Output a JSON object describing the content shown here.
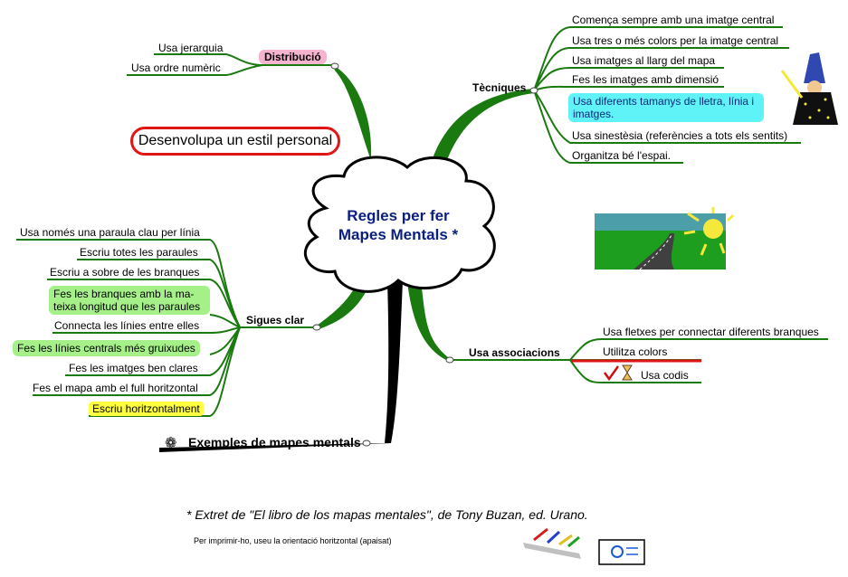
{
  "center": {
    "title_line1": "Regles per fer",
    "title_line2": "Mapes Mentals *"
  },
  "tecniques": {
    "label": "Tècniques",
    "items": [
      "Comença sempre amb una imatge central",
      "Usa tres o més colors per la imatge central",
      "Usa imatges al llarg del mapa",
      "Fes les imatges amb dimensió",
      "Usa diferents tamanys de lletra, línia i imatges.",
      "Usa sinestèsia (referències a tots els sentits)",
      "Organitza bé l'espai."
    ]
  },
  "distribucio": {
    "label": "Distribució",
    "items": [
      "Usa jerarquia",
      "Usa ordre numèric"
    ]
  },
  "personal_style": "Desenvolupa un estil personal",
  "sigues_clar": {
    "label": "Sigues clar",
    "items": [
      "Usa només una paraula clau per línia",
      "Escriu totes les paraules",
      "Escriu a sobre de les branques",
      "Fes les branques amb la ma-teixa longitud que les paraules",
      "Connecta les línies entre elles",
      "Fes les línies centrals més gruixudes",
      "Fes les imatges ben clares",
      "Fes el mapa amb el full horitzontal",
      "Escriu horitzontalment"
    ]
  },
  "associacions": {
    "label": "Usa associacions",
    "items": [
      "Usa fletxes per connectar diferents branques",
      "Utilitza colors",
      "Usa codis"
    ]
  },
  "examples": "Exemples de mapes mentals",
  "footnote": "* Extret de \"El libro de los mapas mentales\", de Tony Buzan, ed. Urano.",
  "print_note": "Per imprimir-ho, useu la orientació horitzontal (apaisat)",
  "colors": {
    "branch": "#1a7a10",
    "cyan": "#5ff2f7",
    "green": "#a6f08a",
    "yellow": "#ffff40",
    "pink": "#f4b3cf",
    "red": "#e01515",
    "title": "#0a1f80"
  },
  "icons": [
    "wizard-icon",
    "road-sun-icon",
    "gear-icon",
    "checkmark-icon",
    "hourglass-icon",
    "pens-icon",
    "email-icon"
  ]
}
